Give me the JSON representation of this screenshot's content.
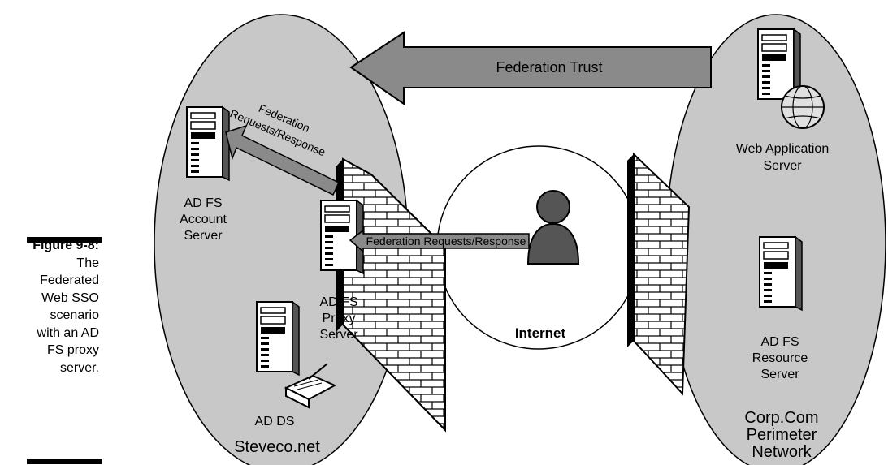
{
  "caption": {
    "figure_label": "Figure 9-8:",
    "text": "The\nFederated\nWeb SSO\nscenario\nwith an AD\nFS proxy\nserver."
  },
  "left_zone": {
    "name": "Steveco.net"
  },
  "right_zone": {
    "name": [
      "Corp.Com",
      "Perimeter",
      "Network"
    ]
  },
  "center_zone": {
    "name": "Internet"
  },
  "servers": {
    "account": [
      "AD FS",
      "Account",
      "Server"
    ],
    "proxy": [
      "AD FS",
      "Proxy",
      "Server"
    ],
    "ad_ds": [
      "AD DS"
    ],
    "web_app": [
      "Web Application",
      "Server"
    ],
    "resource": [
      "AD FS",
      "Resource",
      "Server"
    ]
  },
  "arrows": {
    "trust": "Federation Trust",
    "inner": [
      "Federation",
      "Requests/Response"
    ],
    "outer": "Federation Requests/Response"
  },
  "colors": {
    "zone_fill": "#c8c8c8",
    "arrow_fill": "#8a8a8a",
    "internet_fill": "#ffffff"
  },
  "icons": [
    "server-icon",
    "firewall-icon",
    "user-icon",
    "globe-icon",
    "printer-icon"
  ]
}
